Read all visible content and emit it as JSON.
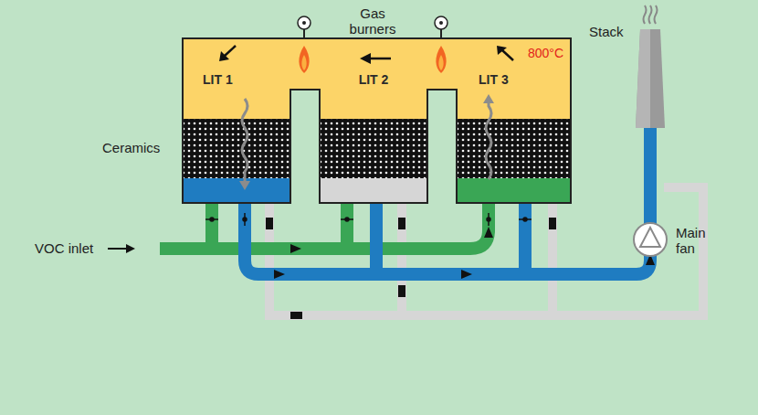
{
  "diagram": {
    "nodes": [
      {
        "text": [
          "LIT 1"
        ]
      },
      {
        "text": [
          "LIT 2"
        ]
      },
      {
        "text": [
          "LIT 3"
        ]
      }
    ],
    "labels": [
      "Gas burners",
      "800°C",
      "Ceramics",
      "Stack",
      "Main fan",
      "VOC inlet"
    ]
  }
}
